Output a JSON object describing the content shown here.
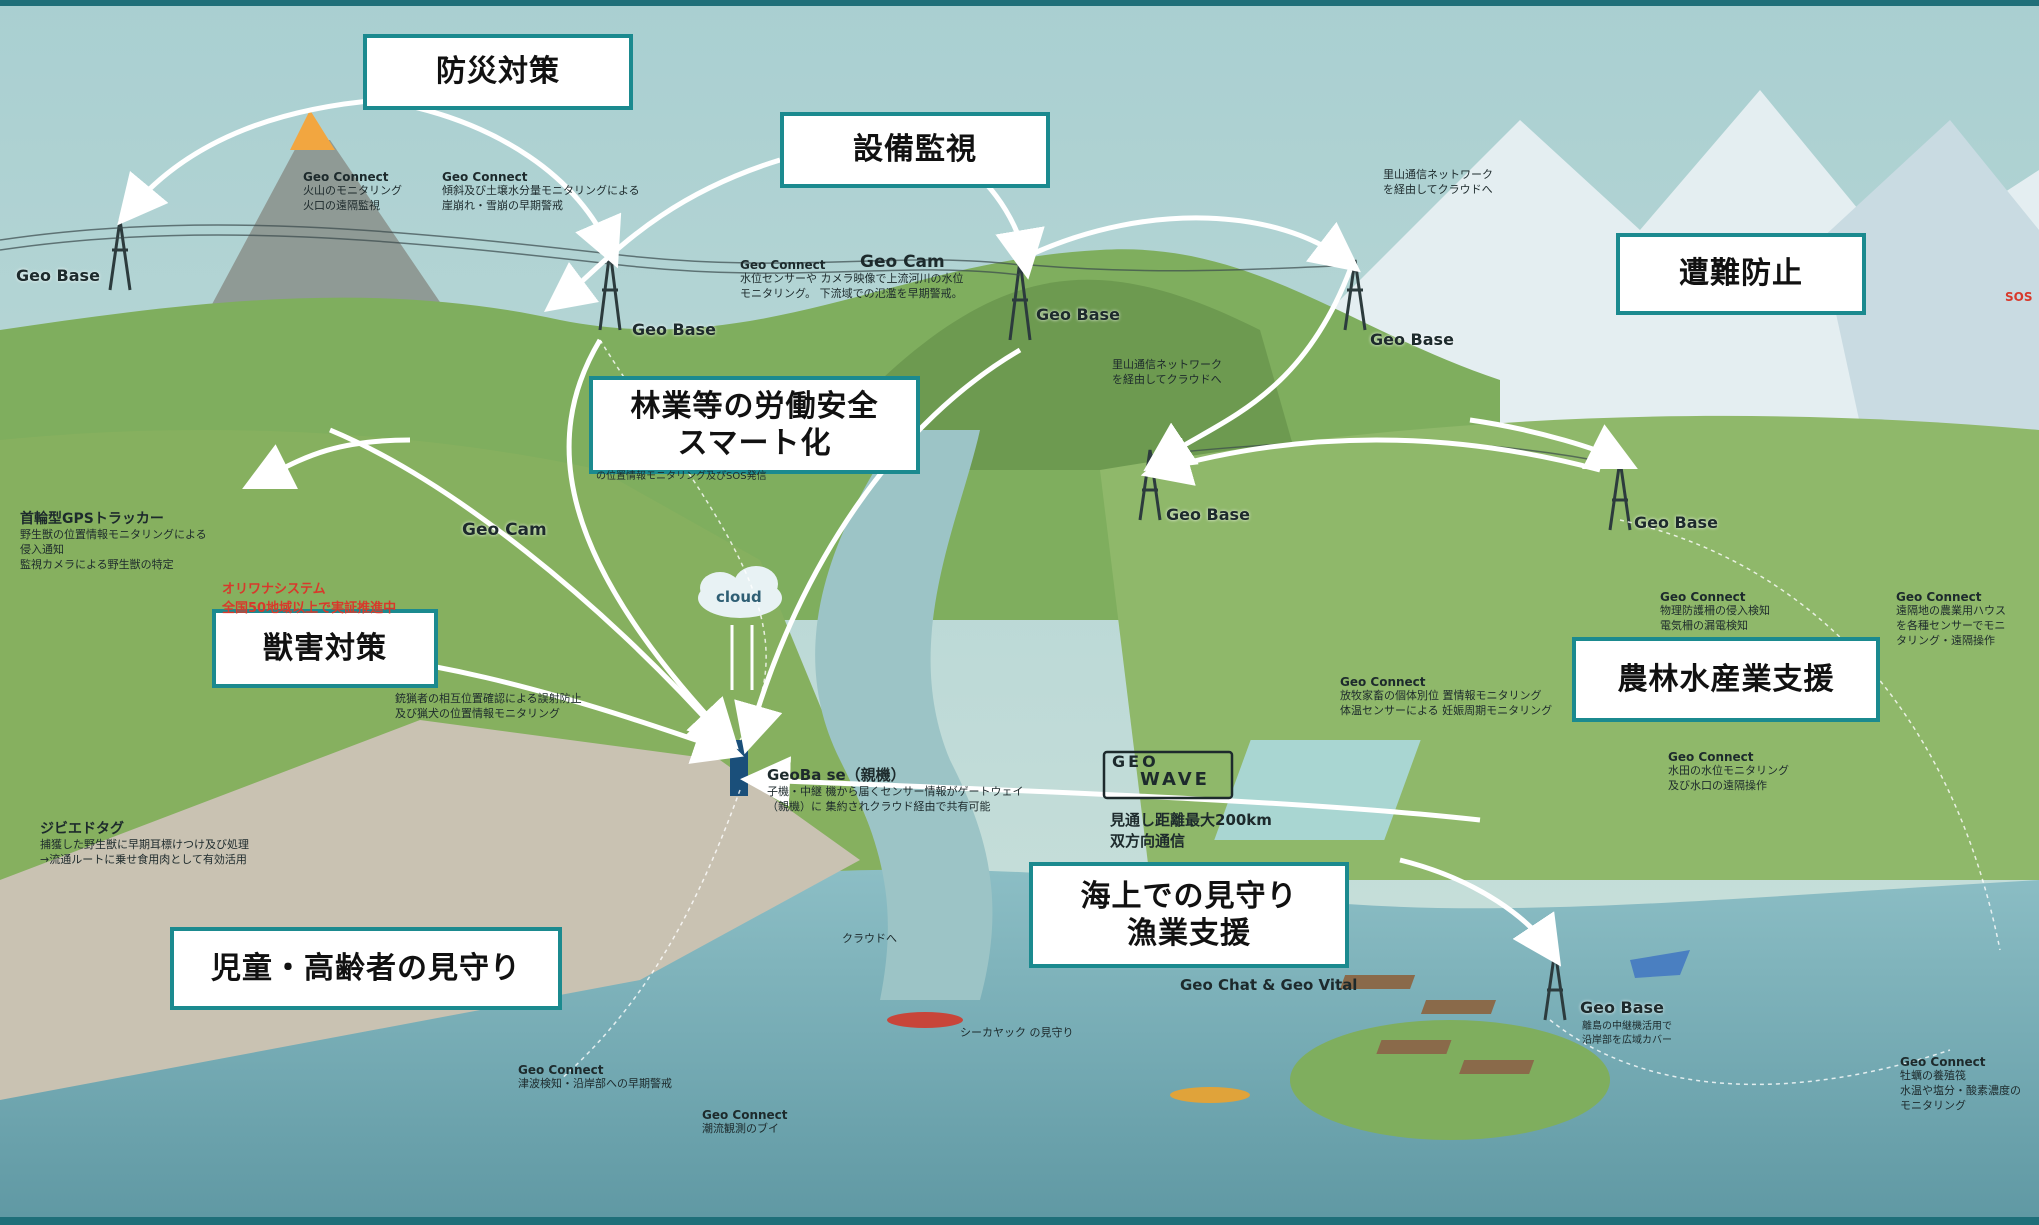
{
  "categories": {
    "disaster": "防災対策",
    "facility": "設備監視",
    "rescue": "遭難防止",
    "forestry_line1": "林業等の労働安全",
    "forestry_line2": "スマート化",
    "wildlife": "獣害対策",
    "agri": "農林水産業支援",
    "sea_line1": "海上での見守り",
    "sea_line2": "漁業支援",
    "kids": "児童・高齢者の見守り"
  },
  "geo_base": {
    "left": "Geo Base",
    "center": "Geo Base",
    "mid_right": "Geo Base",
    "right_mountain": "Geo Base",
    "valley_left": "Geo Base",
    "valley_right": "Geo Base",
    "coast": "Geo Base",
    "coast_desc_1": "離島の中継機活用で",
    "coast_desc_2": "沿岸部を広域カバー"
  },
  "geo_cam": {
    "upper": "Geo Cam",
    "lower": "Geo Cam"
  },
  "connect": {
    "volcano_title": "Geo Connect",
    "volcano_1": "火山のモニタリング",
    "volcano_2": "火口の遠隔監視",
    "slope_title": "Geo Connect",
    "slope_1": "傾斜及び土壌水分量モニタリングによる",
    "slope_2": "崖崩れ・雪崩の早期警戒",
    "river_title": "Geo Connect",
    "river_1": "水位センサーや カメラ映像で上流河川の水位",
    "river_2": "モニタリング。 下流域での氾濫を早期警戒。",
    "farm_title": "Geo Connect",
    "farm_1": "放牧家畜の個体別位 置情報モニタリング",
    "farm_2": "体温センサーによる 妊娠周期モニタリング",
    "paddy_title": "Geo Connect",
    "paddy_1": "水田の水位モニタリング",
    "paddy_2": "及び水口の遠隔操作",
    "fence_title": "Geo Connect",
    "fence_1": "物理防護柵の侵入検知",
    "fence_2": "電気柵の漏電検知",
    "green_title": "Geo Connect",
    "green_1": "遠隔地の農業用ハウス",
    "green_2": "を各種センサーでモニ",
    "green_3": "タリング・遠隔操作",
    "oyster_title": "Geo Connect",
    "oyster_1": "牡蠣の養殖筏",
    "oyster_2": "水温や塩分・酸素濃度の",
    "oyster_3": "モニタリング",
    "tsunami_title": "Geo Connect",
    "tsunami_1": "津波検知・沿岸部への早期警戒",
    "buoy_title": "Geo Connect",
    "buoy_1": "潮流観測のブイ"
  },
  "network": {
    "upper_1": "里山通信ネットワーク",
    "upper_2": "を経由してクラウドへ",
    "mid_1": "里山通信ネットワーク",
    "mid_2": "を経由してクラウドへ"
  },
  "gps": {
    "title": "首輪型GPSトラッカー",
    "line1": "野生獣の位置情報モニタリングによる",
    "line2": "侵入通知",
    "line3": "監視カメラによる野生獣の特定"
  },
  "oriwana": {
    "line1": "オリワナシステム",
    "line2": "全国50地域以上で実証推進中"
  },
  "hunter": {
    "line1": "銃猟者の相互位置確認による誤射防止",
    "line2": "及び猟犬の位置情報モニタリング"
  },
  "forestry_desc": "の位置情報モニタリング及びSOS発信",
  "jibie": {
    "title": "ジビエドタグ",
    "line1": "捕獲した野生獣に早期耳標けつけ及び処理",
    "line2": "→流通ルートに乗せ食用肉として有効活用"
  },
  "geobase_main": {
    "title": "GeoBa se（親機）",
    "line1": "子機・中継 機から届くセンサー情報がゲートウェイ",
    "line2": "（親機）に 集約されクラウド経由で共有可能"
  },
  "cloud": "cloud",
  "geowave": {
    "logo_top": "GEO",
    "logo_bottom": "WAVE",
    "line1": "見通し距離最大200km",
    "line2": "双方向通信"
  },
  "misc": {
    "to_cloud": "クラウドへ",
    "kayak": "シーカヤック の見守り",
    "chat": "Geo Chat & Geo Vital",
    "sos": "SOS"
  },
  "colors": {
    "accent_border": "#1b8a8f",
    "frame": "#1f6f79",
    "sea": "#7fb2bb",
    "land": "#7fae5e",
    "mountain": "#6d8f5a",
    "snow": "#e9f0f3"
  }
}
